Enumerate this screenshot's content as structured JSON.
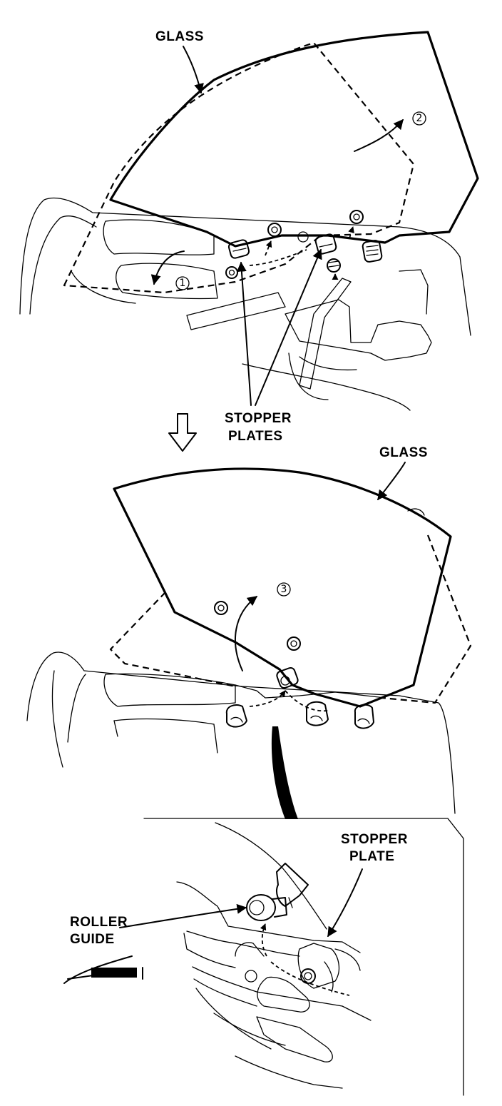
{
  "top_view": {
    "glass_label": "GLASS",
    "stopper_label_line1": "STOPPER",
    "stopper_label_line2": "PLATES",
    "step1": "1",
    "step2": "2"
  },
  "middle_view": {
    "glass_label": "GLASS",
    "step3": "3"
  },
  "detail_view": {
    "stopper_label_line1": "STOPPER",
    "stopper_label_line2": "PLATE",
    "roller_label_line1": "ROLLER",
    "roller_label_line2": "GUIDE"
  },
  "icons": {
    "down_arrow": "hollow-down-arrow-icon",
    "tool": "screwdriver-icon"
  }
}
